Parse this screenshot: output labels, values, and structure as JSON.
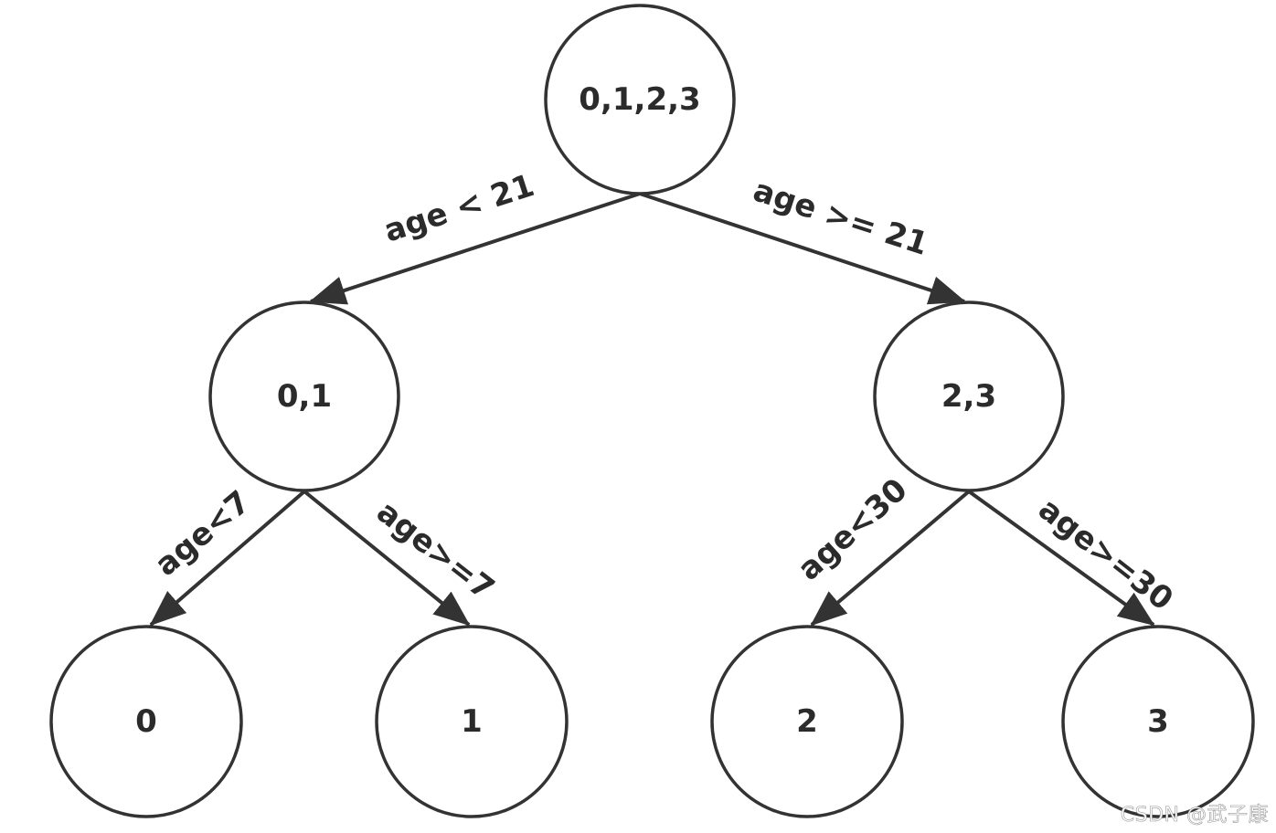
{
  "nodes": {
    "root": "0,1,2,3",
    "left": "0,1",
    "right": "2,3",
    "leaf0": "0",
    "leaf1": "1",
    "leaf2": "2",
    "leaf3": "3"
  },
  "edges": {
    "root_left": "age < 21",
    "root_right": "age >= 21",
    "left_leaf0": "age<7",
    "left_leaf1": "age>=7",
    "right_leaf2": "age<30",
    "right_leaf3": "age>=30"
  },
  "watermark": "CSDN @武子康",
  "colors": {
    "stroke": "#333333",
    "text": "#2b2b2b",
    "background": "#ffffff"
  }
}
